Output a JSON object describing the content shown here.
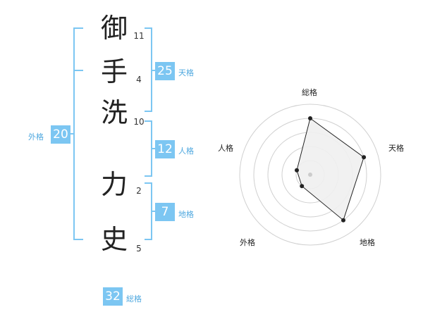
{
  "characters": [
    {
      "char": "御",
      "strokes": "11"
    },
    {
      "char": "手",
      "strokes": "4"
    },
    {
      "char": "洗",
      "strokes": "10"
    },
    {
      "char": "力",
      "strokes": "2"
    },
    {
      "char": "史",
      "strokes": "5"
    }
  ],
  "kaku": {
    "ten": {
      "value": "25",
      "label": "天格"
    },
    "jin": {
      "value": "12",
      "label": "人格"
    },
    "chi": {
      "value": "7",
      "label": "地格"
    },
    "gai": {
      "value": "20",
      "label": "外格"
    },
    "sou": {
      "value": "32",
      "label": "総格"
    }
  },
  "radar": {
    "labels": {
      "top": "総格",
      "right": "天格",
      "bottom_right": "地格",
      "bottom_left": "外格",
      "left": "人格"
    },
    "levels": 5,
    "scores": {
      "sou": 4,
      "ten": 4,
      "chi": 4,
      "gai": 1,
      "jin": 1
    }
  },
  "colors": {
    "accent": "#7cc6f2",
    "label": "#4fa8df",
    "bracket": "#7cc6f2"
  }
}
